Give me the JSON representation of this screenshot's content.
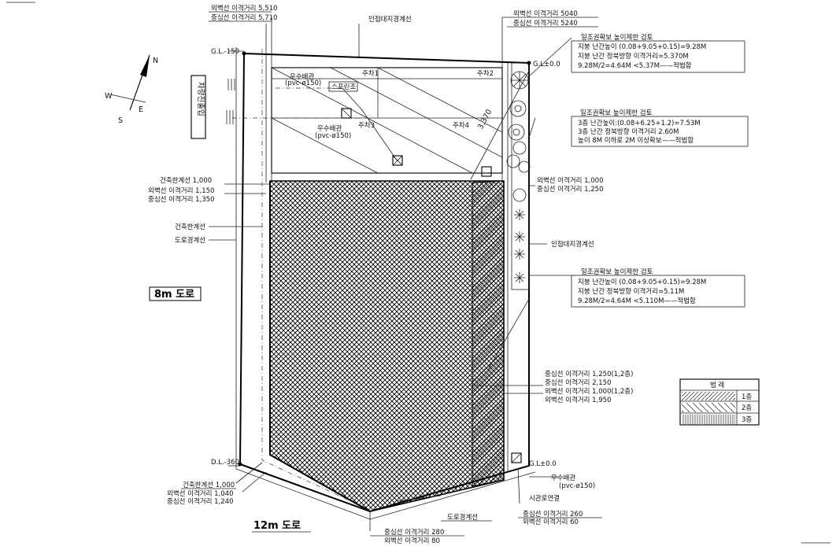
{
  "labels": {
    "ow_top_left": "외벽선 이격거리 5,510",
    "cl_top_left": "중심선 이격거리 5,710",
    "adjacent_top": "인접대지경계선",
    "ow_top_right": "외벽선 이격거리 5040",
    "cl_top_right": "중심선 이격거리 5240",
    "gl_minus150": "G.L.-150",
    "gl_pm0": "G.L±0.0",
    "rain_pipe_a": "우수배관",
    "rain_pipe_a_spec": "(pvc-ø150)",
    "rain_pipe_b": "우수배관",
    "rain_pipe_b_spec": "(pvc-ø150)",
    "sprinkler": "스프린조",
    "parking1": "주차1",
    "parking2": "주차2",
    "parking3": "주차3",
    "parking4": "주차4",
    "dim_3370": "3,370",
    "vehicle_entry": "차량진출입",
    "bldg_line_1000_top": "건축한계선 1,000",
    "ow_1150": "외벽선 이격거리 1,150",
    "cl_1350": "중심선 이격거리 1,350",
    "bldg_line": "건축한계선",
    "road_line": "도로경계선",
    "road_8m": "8m 도로",
    "dl_minus360": "D.L.-360",
    "bldg_line_1000_bot": "건축한계선 1,000",
    "ow_1040": "외벽선 이격거리 1,040",
    "cl_1240": "중심선 이격거리 1,240",
    "road_12m": "12m 도로",
    "road_line_bot": "도로경계선",
    "cl_280": "중심선 이격거리 280",
    "ow_80": "외벽선 이격거리 80",
    "cl_260": "중심선 이격거리 260",
    "ow_60": "외벽선 이격거리 60",
    "rain_pipe_c": "우수배관",
    "rain_pipe_c_spec": "(pvc-ø150)",
    "sewer_connect": "시관로연결",
    "ow_right_1000": "외벽선 이격거리 1,000",
    "cl_right_1250": "중심선 이격거리 1,250",
    "adjacent_right": "인접대지경계선",
    "cl_1250_12": "중심선 이격거리 1,250(1,2층)",
    "cl_2150": "중심선 이격거리 2,150",
    "ow_1000_12": "외벽선 이격거리 1,000(1,2층)",
    "ow_1950": "외벽선 이격거리 1,950",
    "compass_n": "N",
    "compass_e": "E",
    "compass_s": "S",
    "compass_w": "W"
  },
  "notes": {
    "box1": {
      "title": "일조권확보 높이제한 검토",
      "lines": [
        "지붕 난간높이 (0.08+9.05+0.15)=9.28M",
        "지붕 난간 정북방향 이격거리=5.370M",
        "9.28M/2=4.64M <5.37M——적법함"
      ]
    },
    "box2": {
      "title": "일조권확보 높이제한 검토",
      "lines": [
        "3층 난간높이:(0.08+6.25+1.2)=7.53M",
        "3층 난간 정북방향 이격거리 2.60M",
        "높이 8M 이하로 2M 이상확보——적법함"
      ]
    },
    "box3": {
      "title": "일조권확보 높이제한 검토",
      "lines": [
        "지붕 난간높이 (0.08+9.05+0.15)=9.28M",
        "지붕 난간 정북방향 이격거리=5.11M",
        "9.28M/2=4.64M <5.110M——적법함"
      ]
    }
  },
  "legend": {
    "title": "범 례",
    "items": [
      "1층",
      "2층",
      "3층"
    ]
  }
}
